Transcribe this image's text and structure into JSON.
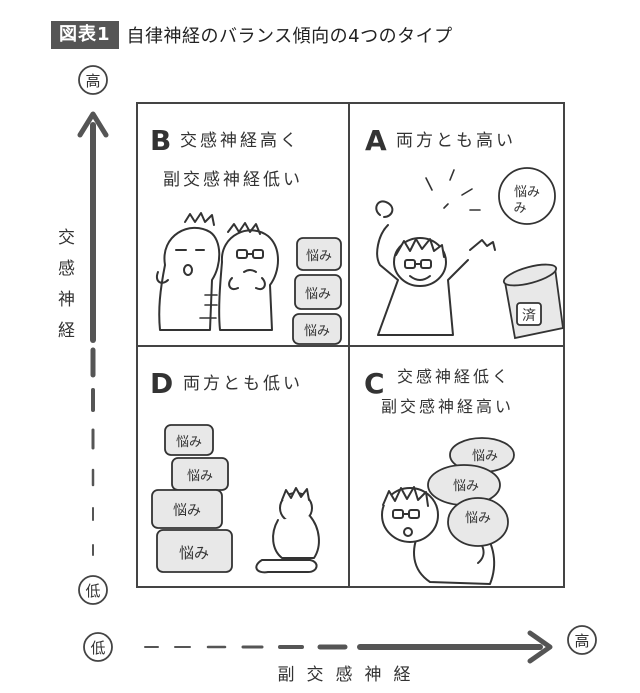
{
  "header": {
    "badge": "図表1",
    "title": "自律神経のバランス傾向の4つのタイプ"
  },
  "axes": {
    "y": {
      "label": "交感神経",
      "high": "高",
      "low": "低"
    },
    "x": {
      "label": "副交感神経",
      "high": "高",
      "low": "低"
    }
  },
  "quadrants": {
    "B": {
      "letter": "B",
      "line1": "交感神経高く",
      "line2": "副交感神経低い",
      "boxes": [
        "悩み",
        "悩み",
        "悩み"
      ]
    },
    "A": {
      "letter": "A",
      "line1": "両方とも高い",
      "bubble": "悩み",
      "bin_label": "済"
    },
    "D": {
      "letter": "D",
      "line1": "両方とも低い",
      "boxes": [
        "悩み",
        "悩み",
        "悩み",
        "悩み"
      ]
    },
    "C": {
      "letter": "C",
      "line1": "交感神経低く",
      "line2": "副交感神経高い",
      "boxes": [
        "悩み",
        "悩み",
        "悩み"
      ]
    }
  }
}
